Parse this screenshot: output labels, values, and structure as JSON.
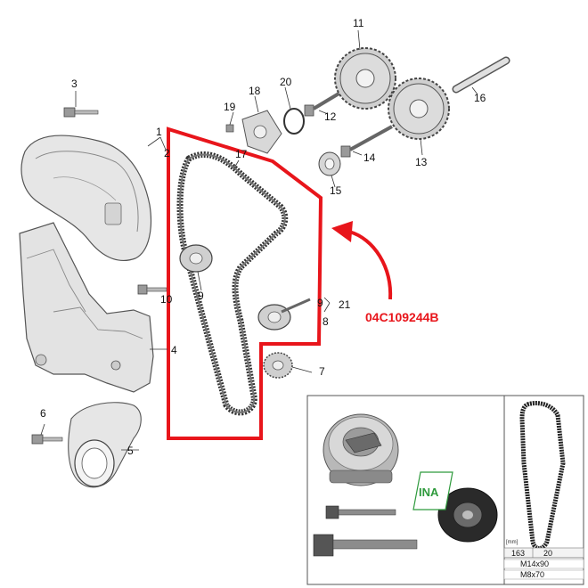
{
  "callouts": {
    "c1": "1",
    "c2": "2",
    "c3": "3",
    "c4": "4",
    "c5": "5",
    "c6": "6",
    "c7": "7",
    "c8": "8",
    "c9a": "9",
    "c9b": "9",
    "c11": "11",
    "c12": "12",
    "c13": "13",
    "c14": "14",
    "c15": "15",
    "c16": "16",
    "c17": "17",
    "c18": "18",
    "c19": "19",
    "c20": "20",
    "c21": "21",
    "c10": "10"
  },
  "part_number": "04C109244B",
  "inset": {
    "brand": "INA",
    "unit": "[mm]",
    "belt_length": "163",
    "belt_width": "20",
    "bolt_1": "M14x90",
    "bolt_2": "M8x70"
  },
  "colors": {
    "highlight": "#e8151b",
    "brand": "#2e9a3c"
  }
}
